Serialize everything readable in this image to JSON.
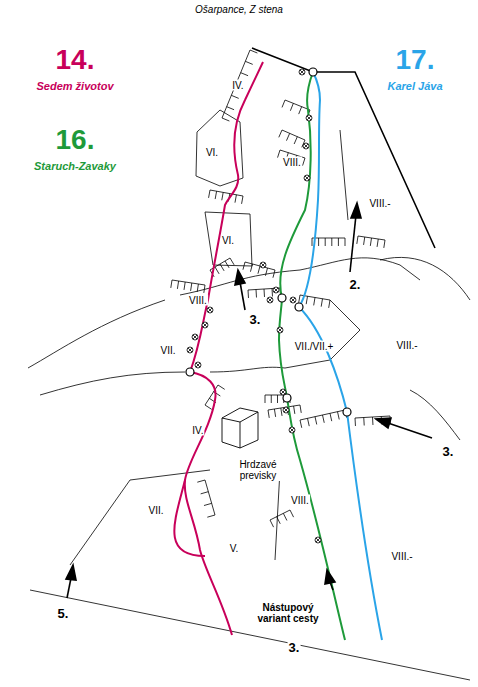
{
  "diagram": {
    "title": "Ošarpance, Z stena",
    "labels": [
      "14.",
      "Sedem životov",
      "16.",
      "Staruch-Zavaky",
      "17.",
      "Karel Jáva",
      "IV.",
      "VI.",
      "VIII.",
      "VIII.-",
      "VI.",
      "2.",
      "VIII.",
      "3.",
      "VII.",
      "VII./VII.+",
      "VIII.-",
      "IV.",
      "3.",
      "Hrdzavé previsky",
      "VIII.",
      "VII.",
      "V.",
      "VIII.-",
      "5.",
      "Nástupový variant cesty",
      "3."
    ]
  }
}
